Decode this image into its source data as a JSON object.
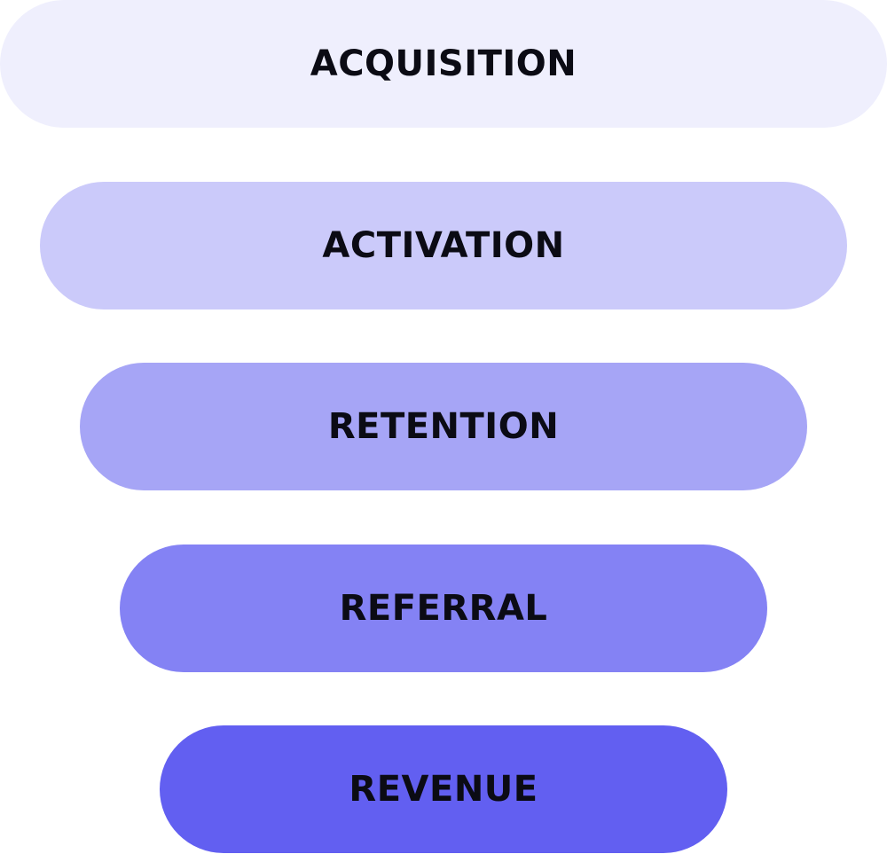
{
  "funnel": {
    "stages": [
      {
        "label": "ACQUISITION",
        "color": "#efeffd"
      },
      {
        "label": "ACTIVATION",
        "color": "#cbcafa"
      },
      {
        "label": "RETENTION",
        "color": "#a6a5f6"
      },
      {
        "label": "REFERRAL",
        "color": "#8482f4"
      },
      {
        "label": "REVENUE",
        "color": "#625ff1"
      }
    ]
  }
}
